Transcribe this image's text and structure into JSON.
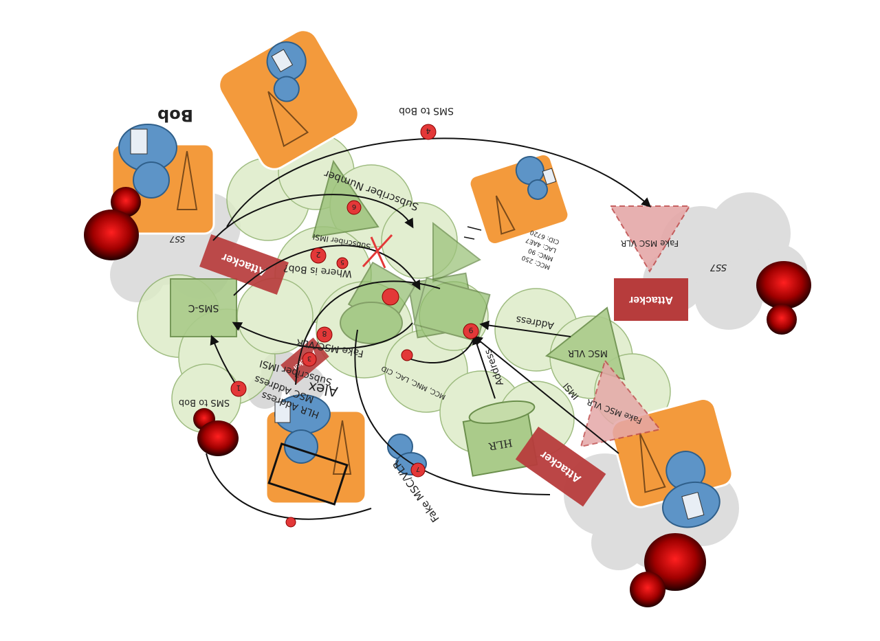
{
  "labels": {
    "bob": "Bob",
    "alex": "Alex",
    "sms_to_bob_top": "SMS to Bob",
    "sms_to_bob_left": "SMS to Bob",
    "subscriber_number": "Subscriber Number",
    "where_is_bob": "Where is Bob?",
    "subscriber_imsi": "Subscriber IMSI",
    "fake_msc_vlr_mid": "Fake MSC/VLR",
    "subscriber_imsi_lower": "Subscriber IMSI",
    "msc_address": "MSC Address",
    "hlr_address": "HLR Address",
    "fake_msc_vlr_bottom": "Fake MSC/VLR",
    "address_right": "Address",
    "address_lower": "Address",
    "imsi": "IMSI",
    "msc_vlr": "MSC VLR",
    "hlr": "HLR",
    "sms_c": "SMS-C",
    "ss7_right": "SS7",
    "ss7_left": "SS7",
    "attacker_left": "Attacker",
    "attacker_right": "Attacker",
    "attacker_bottom": "Attacker",
    "attacker_small": "Attacker",
    "fake_msc_vlr_tri": "Fake MSC VLR",
    "fake_msc_vlr_tri2": "Fake MSC VLR",
    "cell_info": [
      "MCC: 250",
      "MNC: 90",
      "LAC: 4AE7",
      "CID: 6720"
    ],
    "msc_mnc_lac_cid": "MCC, MNC, LAC, CID"
  },
  "steps": [
    "1",
    "2",
    "3",
    "4",
    "5",
    "6",
    "7",
    "8",
    "9"
  ],
  "colors": {
    "orange": "#f39a3c",
    "person": "#5d94c7",
    "cloud_green": "#dcebc6",
    "cloud_gray": "#d6d6d6",
    "green_shape": "#9dc37c",
    "attacker_red": "#b73c3c",
    "step_red": "#e33838",
    "black_blob": "#4a0000"
  }
}
